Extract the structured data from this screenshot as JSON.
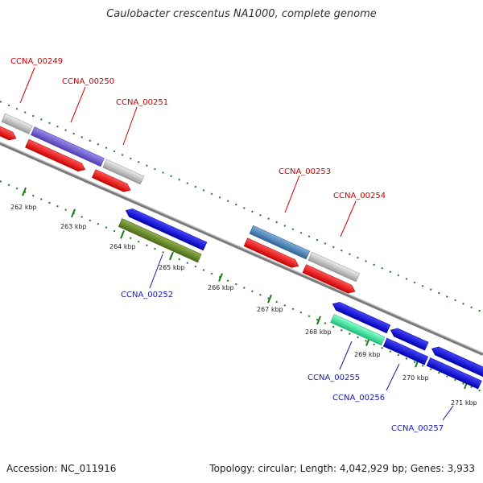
{
  "title": "Caulobacter crescentus NA1000, complete genome",
  "footer": {
    "accession": "Accession: NC_011916",
    "topology": "Topology: circular; Length: 4,042,929 bp; Genes: 3,933"
  },
  "colors": {
    "forward_label": "#cc0000",
    "reverse_label": "#1a1aaa",
    "backbone": "#888888",
    "tick": "#1a7a1a"
  },
  "ticks": [
    "262 kbp",
    "263 kbp",
    "264 kbp",
    "265 kbp",
    "266 kbp",
    "267 kbp",
    "268 kbp",
    "269 kbp",
    "270 kbp",
    "271 kbp"
  ],
  "genes": [
    {
      "id": "CCNA_00249",
      "label": "CCNA_00249",
      "strand": "forward",
      "color": "#c8c8c8"
    },
    {
      "id": "CCNA_00250",
      "label": "CCNA_00250",
      "strand": "forward",
      "color": "#7060c8"
    },
    {
      "id": "CCNA_00251",
      "label": "CCNA_00251",
      "strand": "forward",
      "color": "#c8c8c8"
    },
    {
      "id": "CCNA_00252",
      "label": "CCNA_00252",
      "strand": "reverse",
      "color": "#6b8e23"
    },
    {
      "id": "CCNA_00253",
      "label": "CCNA_00253",
      "strand": "forward",
      "color": "#4682b4"
    },
    {
      "id": "CCNA_00254",
      "label": "CCNA_00254",
      "strand": "forward",
      "color": "#c8c8c8"
    },
    {
      "id": "CCNA_00255",
      "label": "CCNA_00255",
      "strand": "reverse",
      "color": "#33ee99"
    },
    {
      "id": "CCNA_00256",
      "label": "CCNA_00256",
      "strand": "reverse",
      "color": "#0000ee"
    },
    {
      "id": "CCNA_00257",
      "label": "CCNA_00257",
      "strand": "reverse",
      "color": "#0000ee"
    }
  ]
}
